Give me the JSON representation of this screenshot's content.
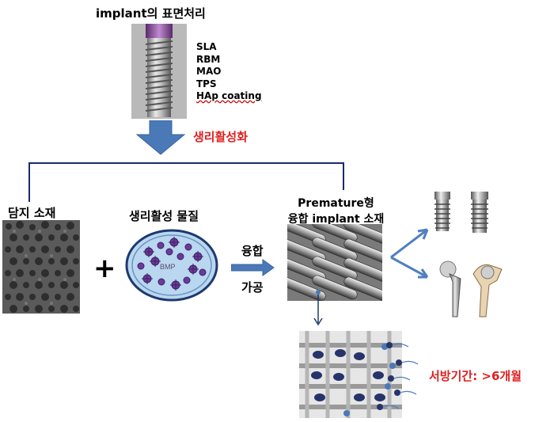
{
  "top": {
    "title": "implant의 표면처리",
    "treatments": [
      "SLA",
      "RBM",
      "MAO",
      "TPS",
      "HAp coating"
    ]
  },
  "bioactivation_label": "생리활성화",
  "scaffold_label": "담지 소재",
  "bioactive_label": "생리활성 물질",
  "bmp_text": "BMP",
  "plus_sign": "+",
  "process": {
    "line1": "융합",
    "line2": "가공"
  },
  "product": {
    "line1": "Premature형",
    "line2": "융합 implant 소재"
  },
  "release_label": "서방기간: >6개월",
  "colors": {
    "accent_red": "#e02020",
    "arrow_blue": "#4f7fc0",
    "arrow_fill": "#4a79b8"
  }
}
